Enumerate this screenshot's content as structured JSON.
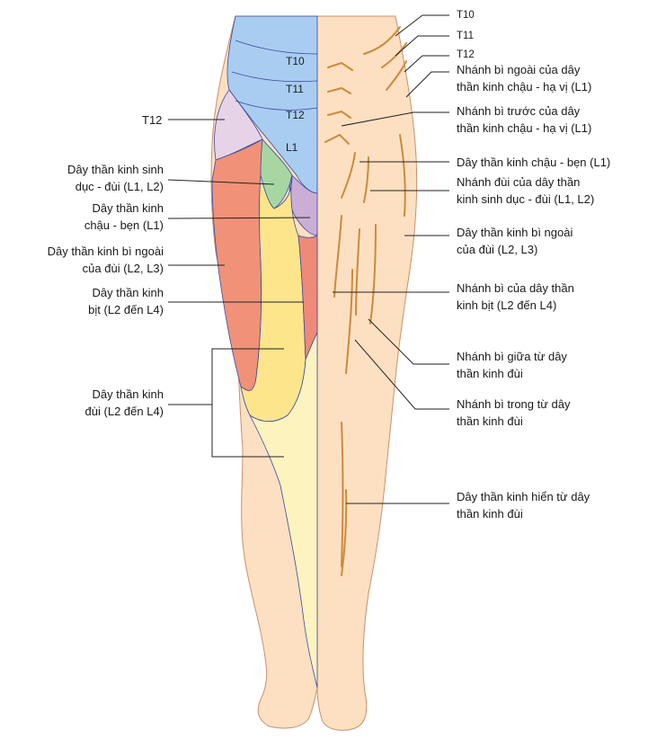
{
  "diagram": {
    "segments_on_leg": [
      "T10",
      "T11",
      "T12",
      "L1"
    ],
    "labels_left": {
      "t12": "T12",
      "genitofemoral": [
        "Dây thần kinh sinh",
        "dục - đùi (L1, L2)"
      ],
      "ilioinguinal": [
        "Dây thần kinh",
        "chậu - bẹn (L1)"
      ],
      "lateral_cutaneous": [
        "Dây thần kinh bì ngoài",
        "của đùi (L2, L3)"
      ],
      "obturator": [
        "Dây thần kinh",
        "bịt (L2 đến L4)"
      ],
      "femoral": [
        "Dây thần kinh",
        "đùi (L2 đến L4)"
      ]
    },
    "labels_right": {
      "t10": "T10",
      "t11": "T11",
      "t12": "T12",
      "iliohypogastric_lateral": [
        "Nhánh bì ngoài của dây",
        "thần kinh chậu - hạ vị (L1)"
      ],
      "iliohypogastric_anterior": [
        "Nhánh bì trước của dây",
        "thần kinh chậu - hạ vị (L1)"
      ],
      "ilioinguinal": [
        "Dây thần kinh chậu - bẹn (L1)"
      ],
      "femoral_branch_genitofemoral": [
        "Nhánh đùi của dây thần",
        "kinh sinh dục - đùi (L1, L2)"
      ],
      "lateral_cutaneous": [
        "Dây thần kinh bì ngoài",
        "của đùi (L2, L3)"
      ],
      "obturator_cutaneous": [
        "Nhánh bì của dây thần",
        "kinh bịt (L2 đến L4)"
      ],
      "intermediate_cutaneous": [
        "Nhánh bì giữa từ dây",
        "thần kinh đùi"
      ],
      "medial_cutaneous": [
        "Nhánh bì trong từ dây",
        "thần kinh đùi"
      ],
      "saphenous": [
        "Dây thần kinh hiển từ dây",
        "thần kinh đùi"
      ]
    },
    "colors": {
      "skin": "#fde0c2",
      "outline": "#c9906c",
      "thoracic_blue": "#a9cdf0",
      "t12_lilac": "#e7d3e8",
      "genitofemoral_green": "#a8d6a2",
      "ilioinguinal_purple": "#cbaed6",
      "lateral_red": "#f19178",
      "obturator_red": "#ef8a78",
      "femoral_yellow": "#fde58c",
      "saphenous_paleyellow": "#fdf3bf",
      "nerve": "#cc8a3c",
      "dermatome_line": "#3a4aa0",
      "leader": "#222222"
    }
  }
}
